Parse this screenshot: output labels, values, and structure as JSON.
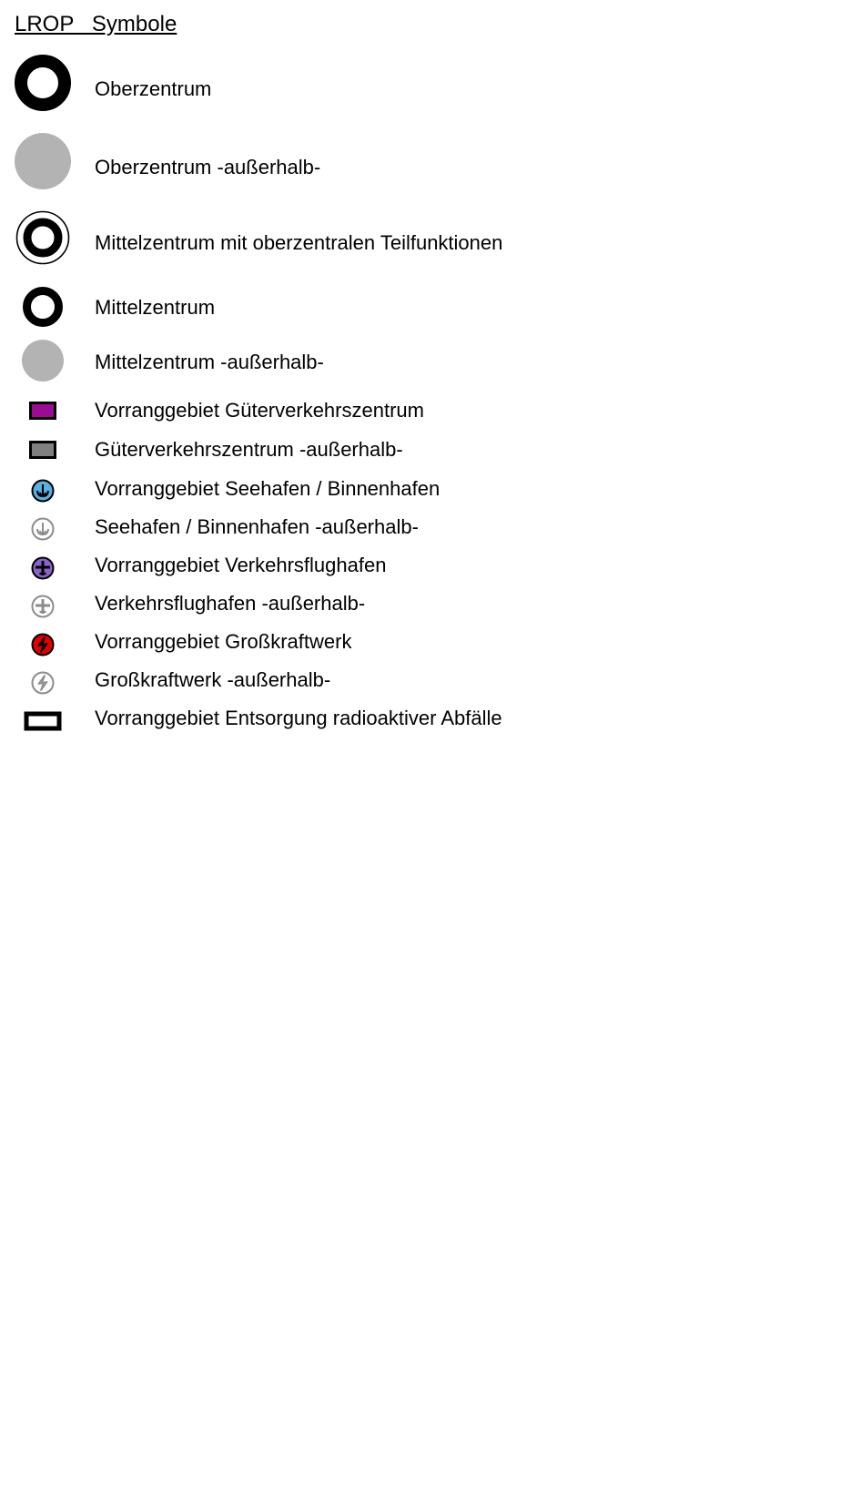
{
  "legend": {
    "title": "LROP   Symbole",
    "items": [
      {
        "symbol": "black-ring-large-icon",
        "label": "Oberzentrum"
      },
      {
        "symbol": "gray-disc-large-icon",
        "label": "Oberzentrum -außerhalb-"
      },
      {
        "symbol": "double-ring-icon",
        "label": "Mittelzentrum mit oberzentralen Teilfunktionen"
      },
      {
        "symbol": "black-ring-medium-icon",
        "label": "Mittelzentrum"
      },
      {
        "symbol": "gray-disc-medium-icon",
        "label": "Mittelzentrum -außerhalb-"
      },
      {
        "symbol": "purple-rectangle-icon",
        "label": "Vorranggebiet Güterverkehrszentrum"
      },
      {
        "symbol": "gray-rectangle-icon",
        "label": "Güterverkehrszentrum -außerhalb-"
      },
      {
        "symbol": "anchor-blue-icon",
        "label": "Vorranggebiet Seehafen / Binnenhafen"
      },
      {
        "symbol": "anchor-gray-icon",
        "label": "Seehafen / Binnenhafen -außerhalb-"
      },
      {
        "symbol": "airplane-purple-icon",
        "label": "Vorranggebiet Verkehrsflughafen"
      },
      {
        "symbol": "airplane-gray-icon",
        "label": "Verkehrsflughafen -außerhalb-"
      },
      {
        "symbol": "lightning-red-icon",
        "label": "Vorranggebiet Großkraftwerk"
      },
      {
        "symbol": "lightning-gray-icon",
        "label": "Großkraftwerk -außerhalb-"
      },
      {
        "symbol": "hollow-rectangle-icon",
        "label": "Vorranggebiet Entsorgung radioaktiver Abfälle"
      }
    ]
  },
  "colors": {
    "black": "#000000",
    "gray_fill": "#b3b3b3",
    "gray_rect": "#808080",
    "purple_rect": "#9b0b93",
    "blue_anchor": "#5aaee0",
    "purple_plane": "#8a63c8",
    "red_lightning": "#e00000",
    "gray_outline": "#8c8c8c"
  }
}
